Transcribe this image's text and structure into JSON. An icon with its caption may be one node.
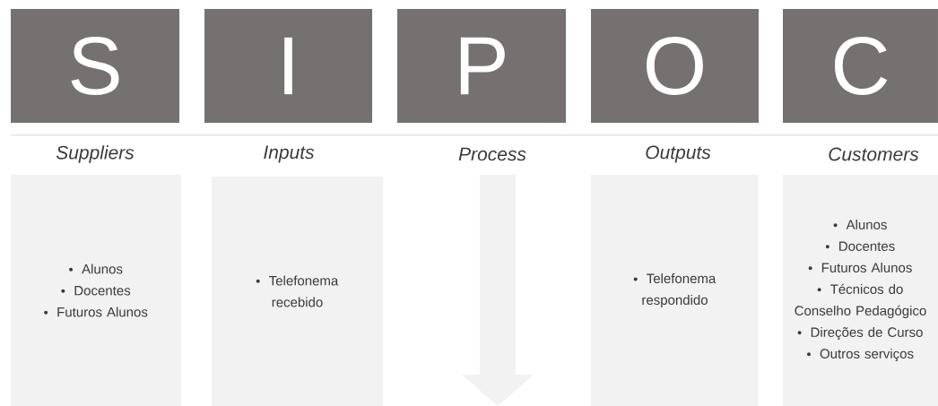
{
  "diagram": {
    "nodes": [
      {
        "text": [
          "S"
        ]
      },
      {
        "text": [
          "I"
        ]
      },
      {
        "text": [
          "P"
        ]
      },
      {
        "text": [
          "O"
        ]
      },
      {
        "text": [
          "C"
        ]
      },
      {
        "text": [
          "Alunos",
          "Docentes",
          "Futuros Alunos"
        ]
      },
      {
        "text": [
          "Telefonema recebido"
        ]
      },
      {
        "text": [],
        "shape": "arrow"
      },
      {
        "text": [
          "Telefonema respondido"
        ]
      },
      {
        "text": [
          "Alunos",
          "Docentes",
          "Futuros Alunos",
          "Técnicos do Conselho Pedagógico",
          "Direções de Curso",
          "Outros serviços"
        ]
      }
    ],
    "labels": [
      "Suppliers",
      "Inputs",
      "Process",
      "Outputs",
      "Customers"
    ]
  }
}
